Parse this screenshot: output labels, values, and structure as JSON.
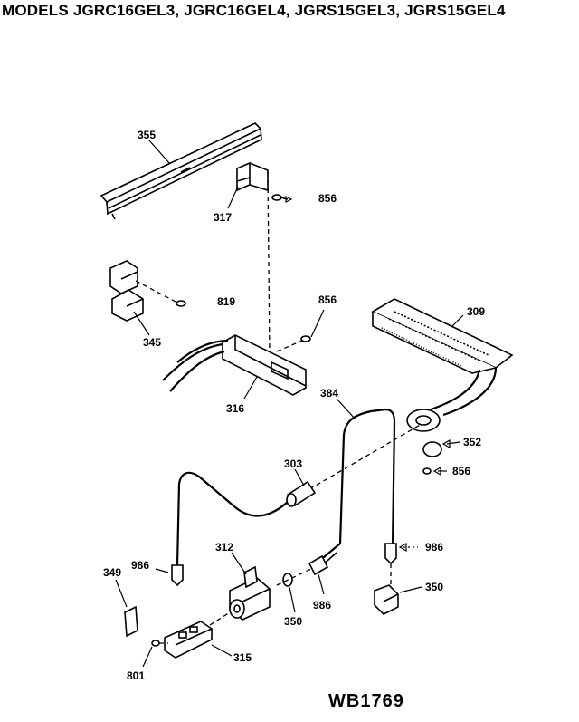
{
  "header": {
    "models_title": "MODELS JGRC16GEL3, JGRC16GEL4, JGRS15GEL3, JGRS15GEL4"
  },
  "parts": {
    "p355": "355",
    "p317": "317",
    "p856a": "856",
    "p819": "819",
    "p856b": "856",
    "p345": "345",
    "p309": "309",
    "p316": "316",
    "p384": "384",
    "p352": "352",
    "p856c": "856",
    "p303": "303",
    "p986a": "986",
    "p986b": "986",
    "p312": "312",
    "p349": "349",
    "p350a": "350",
    "p986c": "986",
    "p350b": "350",
    "p315": "315",
    "p801": "801"
  },
  "footer": {
    "diagram_code": "WB1769"
  }
}
